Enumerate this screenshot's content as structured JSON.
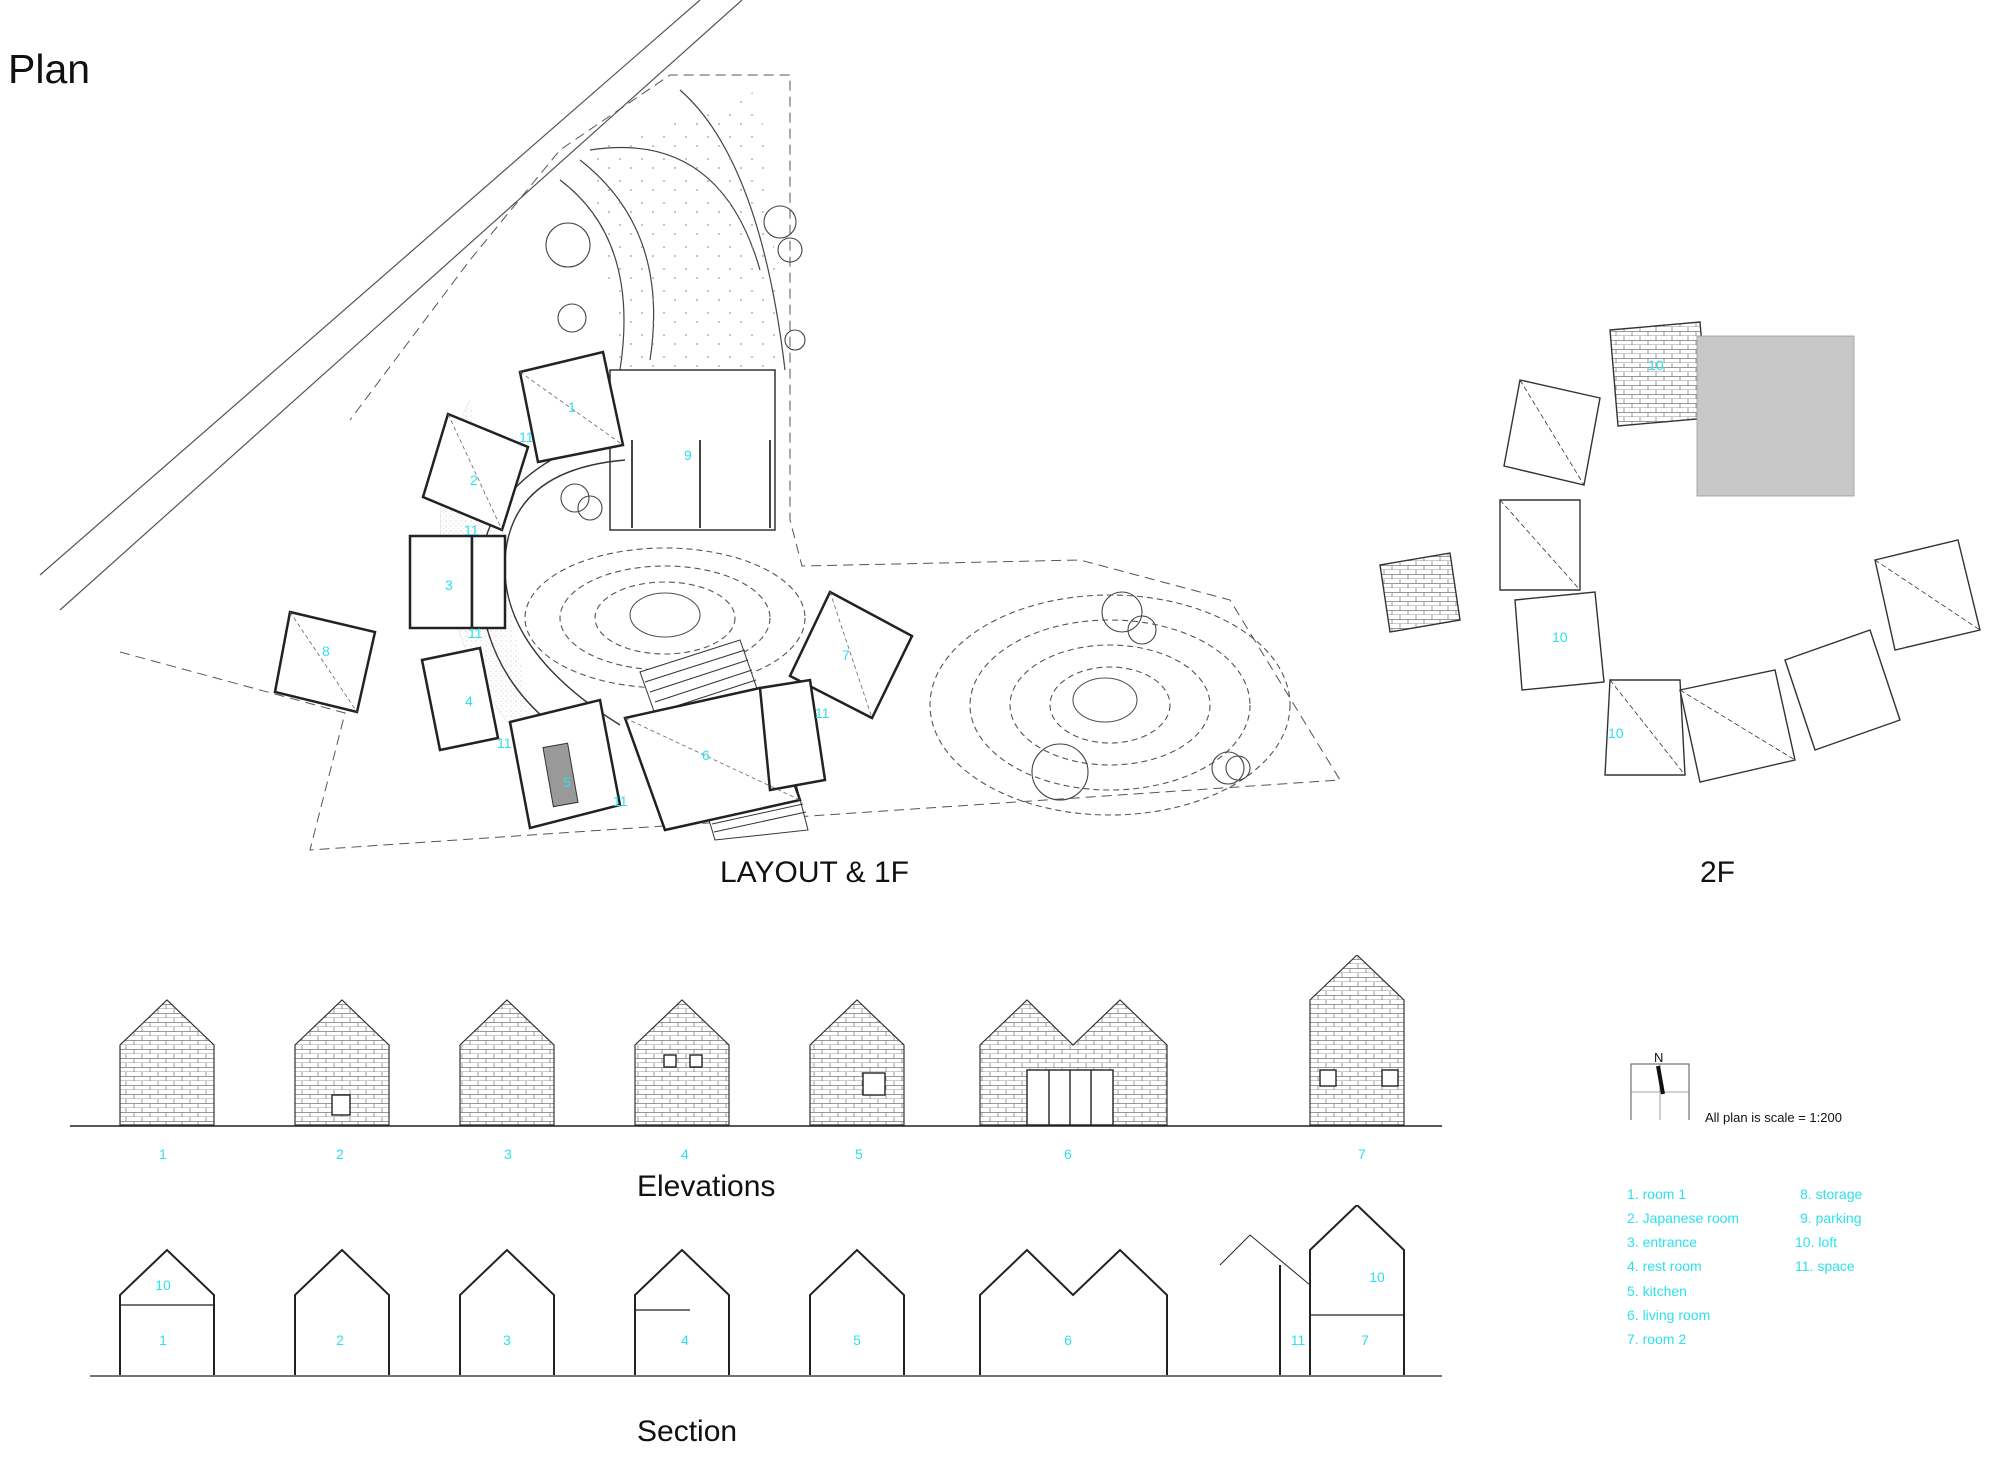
{
  "sheet": {
    "title": "Plan",
    "layout_caption": "LAYOUT & 1F",
    "second_floor_caption": "2F",
    "elevations_caption": "Elevations",
    "section_caption": "Section",
    "scale_note": "All plan is scale = 1:200",
    "north_label": "N"
  },
  "floor1_room_numbers": [
    "1",
    "2",
    "3",
    "4",
    "5",
    "6",
    "7",
    "8",
    "9",
    "11",
    "11",
    "11",
    "11",
    "11",
    "11"
  ],
  "floor2_room_numbers": [
    "10",
    "10",
    "10"
  ],
  "elevations": [
    "1",
    "2",
    "3",
    "4",
    "5",
    "6",
    "7"
  ],
  "sections": [
    {
      "label": "1",
      "loft": "10"
    },
    {
      "label": "2",
      "loft": ""
    },
    {
      "label": "3",
      "loft": ""
    },
    {
      "label": "4",
      "loft": ""
    },
    {
      "label": "5",
      "loft": ""
    },
    {
      "label": "6",
      "loft": ""
    },
    {
      "label": "7",
      "loft": "10",
      "extra": "11"
    }
  ],
  "legend": {
    "col1": [
      "1. room 1",
      "2. Japanese room",
      "3. entrance",
      "4. rest room",
      "5. kitchen",
      "6. living room",
      "7. room 2"
    ],
    "col2": [
      "8. storage",
      "9. parking",
      "10. loft",
      "11. space"
    ]
  },
  "colors": {
    "annotation": "#2ee0ec",
    "line": "#222222",
    "roof_gray": "#c8c8c8"
  }
}
